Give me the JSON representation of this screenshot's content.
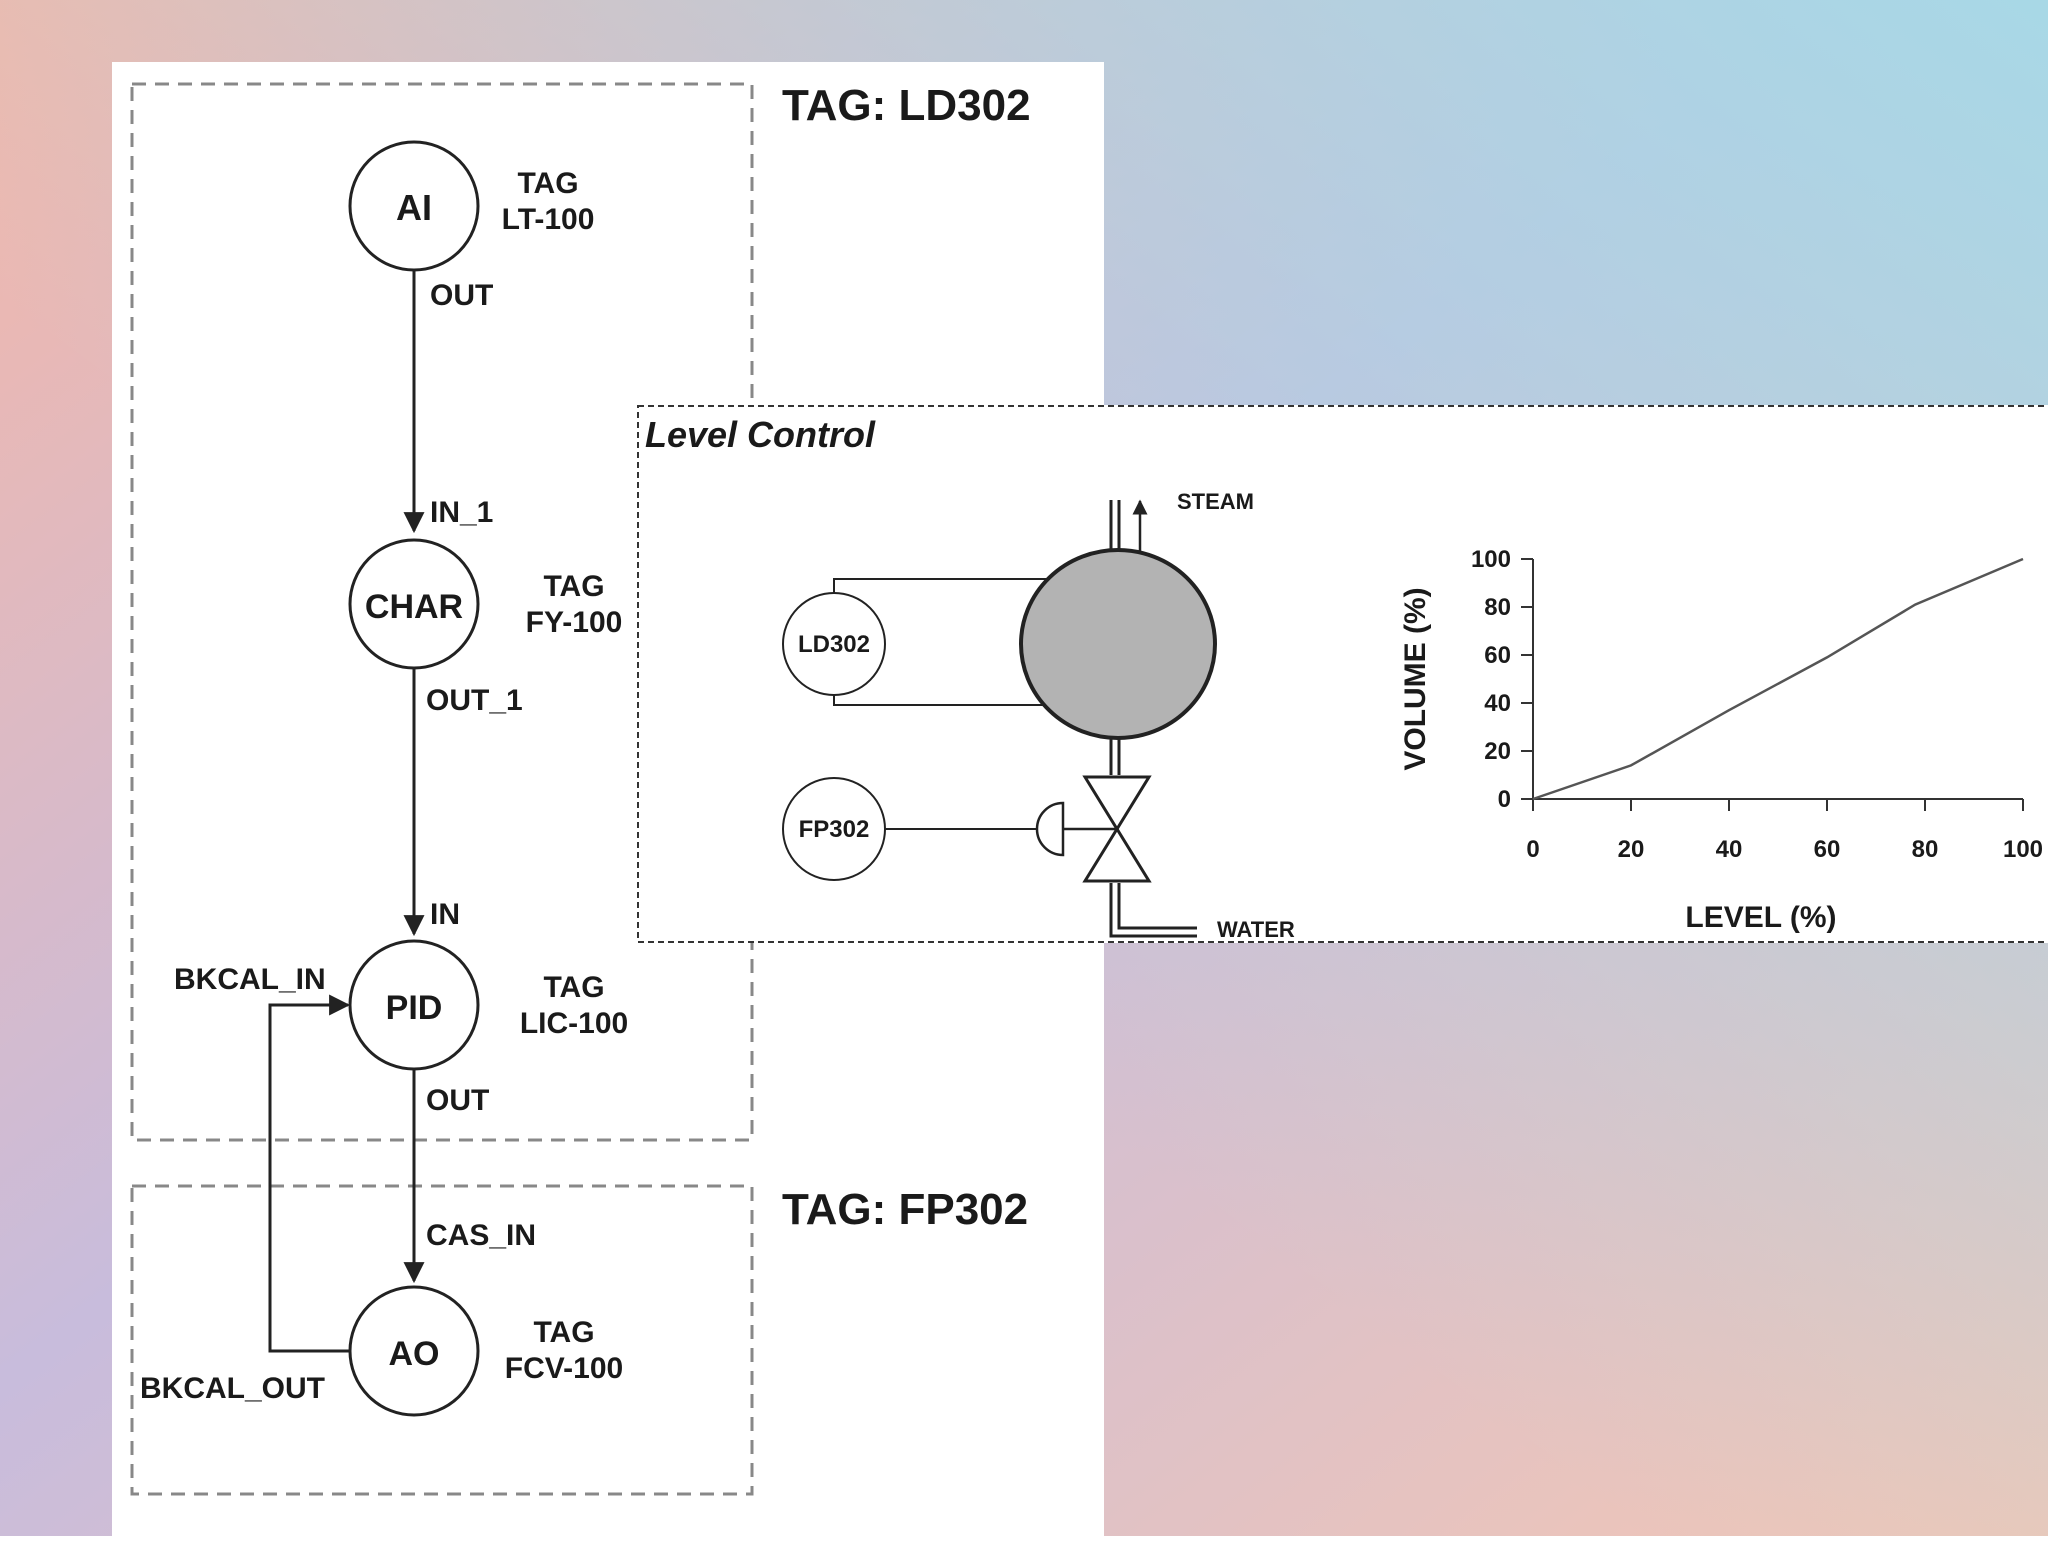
{
  "colors": {
    "bg_top_left": "#f4b7a8",
    "bg_top_right": "#a8d8e6",
    "bg_mid": "#c8bcdc",
    "bg_bottom": "#f3c6b4",
    "line": "#222222",
    "tank_fill": "#b3b3b3"
  },
  "blocks": {
    "ld302_header": "TAG: LD302",
    "fp302_header": "TAG: FP302",
    "ai": {
      "label": "AI",
      "tag": "TAG",
      "tag_value": "LT-100",
      "out": "OUT"
    },
    "char": {
      "label": "CHAR",
      "tag": "TAG",
      "tag_value": "FY-100",
      "in": "IN_1",
      "out": "OUT_1"
    },
    "pid": {
      "label": "PID",
      "tag": "TAG",
      "tag_value": "LIC-100",
      "in": "IN",
      "bkcal_in": "BKCAL_IN",
      "out": "OUT"
    },
    "ao": {
      "label": "AO",
      "tag": "TAG",
      "tag_value": "FCV-100",
      "cas_in": "CAS_IN",
      "bkcal_out": "BKCAL_OUT"
    }
  },
  "level_control": {
    "title": "Level Control",
    "transmitter": "LD302",
    "positioner": "FP302",
    "steam": "STEAM",
    "water": "WATER"
  },
  "chart_data": {
    "type": "line",
    "title": "",
    "xlabel": "LEVEL (%)",
    "ylabel": "VOLUME (%)",
    "xlim": [
      0,
      100
    ],
    "ylim": [
      0,
      100
    ],
    "xticks": [
      0,
      20,
      40,
      60,
      80,
      100
    ],
    "yticks": [
      0,
      20,
      40,
      60,
      80,
      100
    ],
    "grid": false,
    "series": [
      {
        "x": [
          0,
          20,
          40,
          60,
          78,
          100
        ],
        "y": [
          0,
          14,
          37,
          59,
          81,
          100
        ]
      }
    ]
  }
}
